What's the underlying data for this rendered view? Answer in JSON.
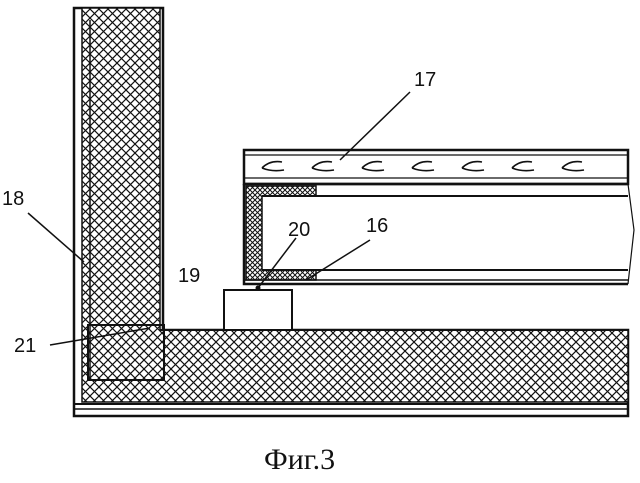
{
  "labels": {
    "l16": "16",
    "l17": "17",
    "l18": "18",
    "l19": "19",
    "l20": "20",
    "l21": "21"
  },
  "caption": "Фиг.3",
  "colors": {
    "ink": "#111111",
    "paper": "#ffffff"
  }
}
